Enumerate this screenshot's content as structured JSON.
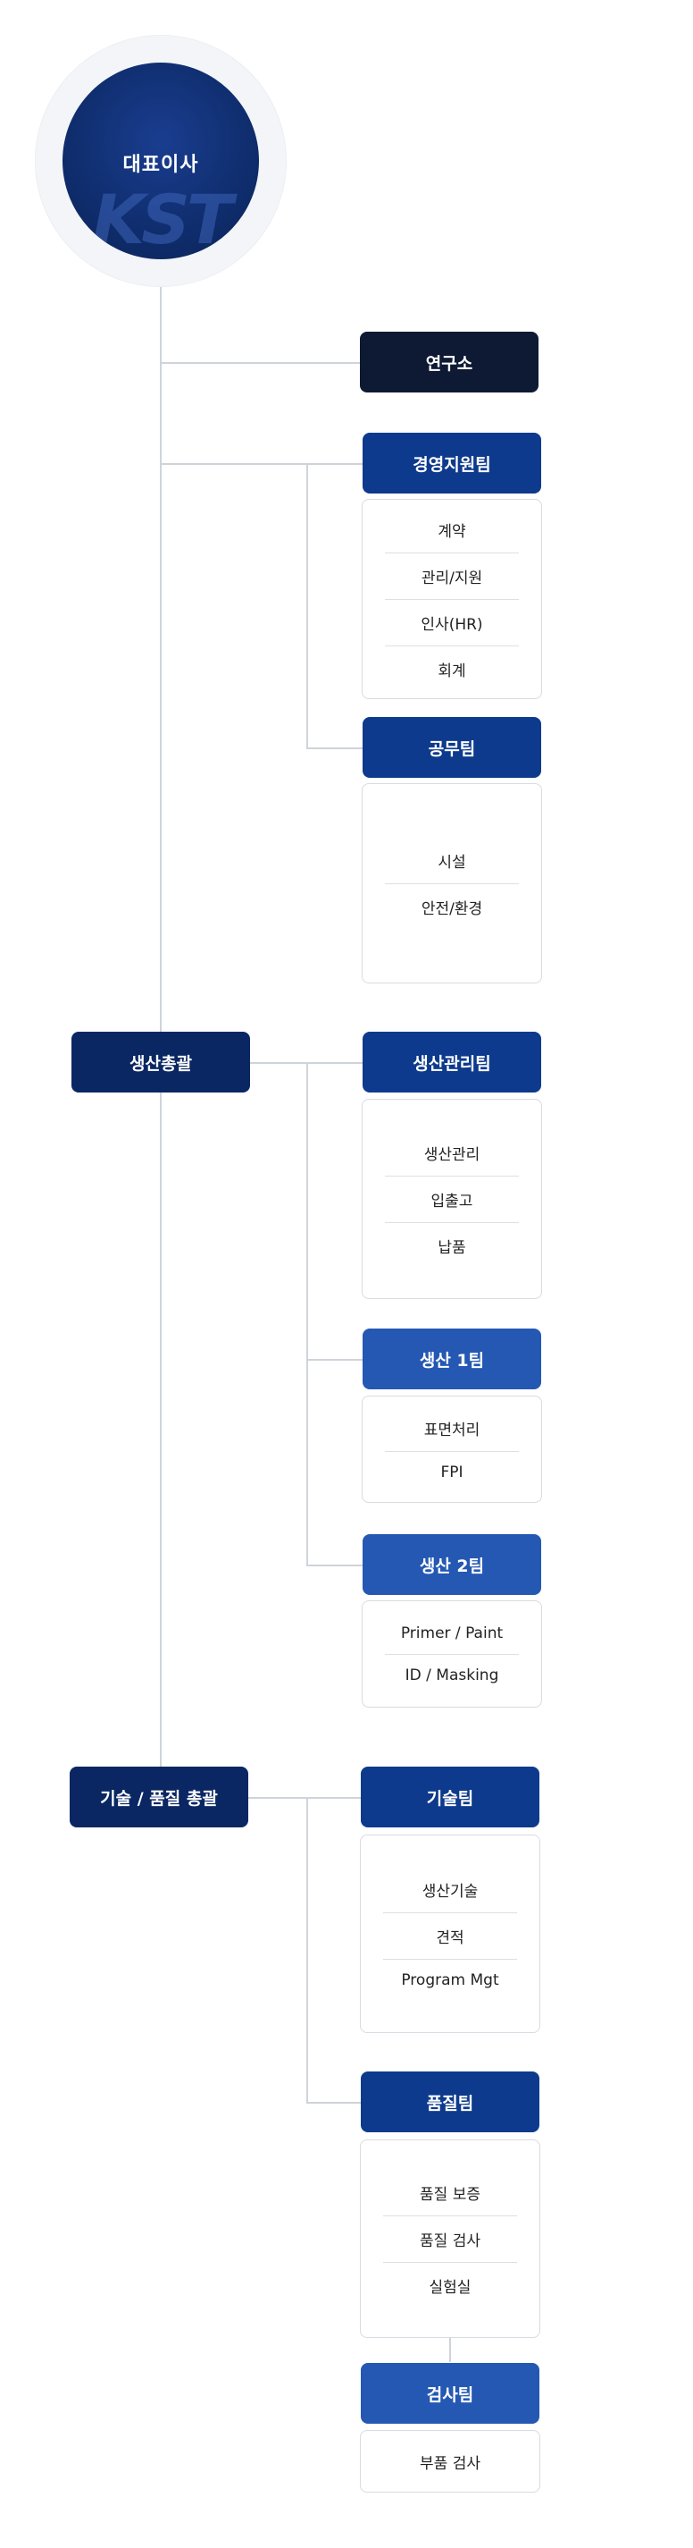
{
  "ceo": {
    "label": "대표이사",
    "logo_text": "KST"
  },
  "divisions": {
    "production": "생산총괄",
    "tech_quality": "기술 / 품질 총괄"
  },
  "teams": {
    "lab": {
      "title": "연구소"
    },
    "management": {
      "title": "경영지원팀",
      "items": [
        "계약",
        "관리/지원",
        "인사(HR)",
        "회계"
      ]
    },
    "facilities": {
      "title": "공무팀",
      "items": [
        "시설",
        "안전/환경"
      ]
    },
    "prod_mgmt": {
      "title": "생산관리팀",
      "items": [
        "생산관리",
        "입출고",
        "납품"
      ]
    },
    "prod1": {
      "title": "생산 1팀",
      "items": [
        "표면처리",
        "FPI"
      ]
    },
    "prod2": {
      "title": "생산 2팀",
      "items": [
        "Primer / Paint",
        "ID / Masking"
      ]
    },
    "tech": {
      "title": "기술팀",
      "items": [
        "생산기술",
        "견적",
        "Program Mgt"
      ]
    },
    "quality": {
      "title": "품질팀",
      "items": [
        "품질 보증",
        "품질 검사",
        "실험실"
      ]
    },
    "inspection": {
      "title": "검사팀",
      "items": [
        "부품 검사"
      ]
    }
  },
  "colors": {
    "head_black": "#0e1a33",
    "head_navy": "#0a2763",
    "head_blue": "#0d3a8c",
    "head_light": "#2458b3",
    "line": "#cfd3da"
  }
}
